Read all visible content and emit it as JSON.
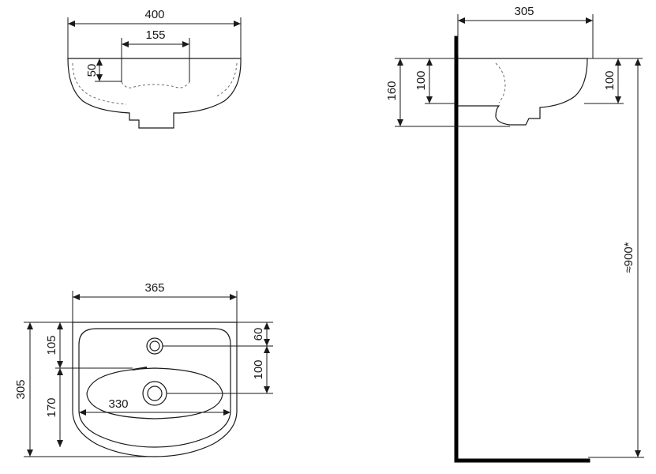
{
  "top_view": {
    "width": "400",
    "drain_width": "155",
    "rim_depth": "50"
  },
  "side_view": {
    "depth": "305",
    "total_height": "160",
    "bowl_height_left": "100",
    "bowl_height_right": "100",
    "mount_height": "≈900*"
  },
  "plan_view": {
    "width": "365",
    "depth": "305",
    "tap_offset": "105",
    "tap_depth": "60",
    "drain_offset": "100",
    "front_depth": "170",
    "inner_width": "330"
  },
  "colors": {
    "line": "#1a1a1a",
    "wall": "#000000",
    "hidden": "#6b6b6b"
  }
}
